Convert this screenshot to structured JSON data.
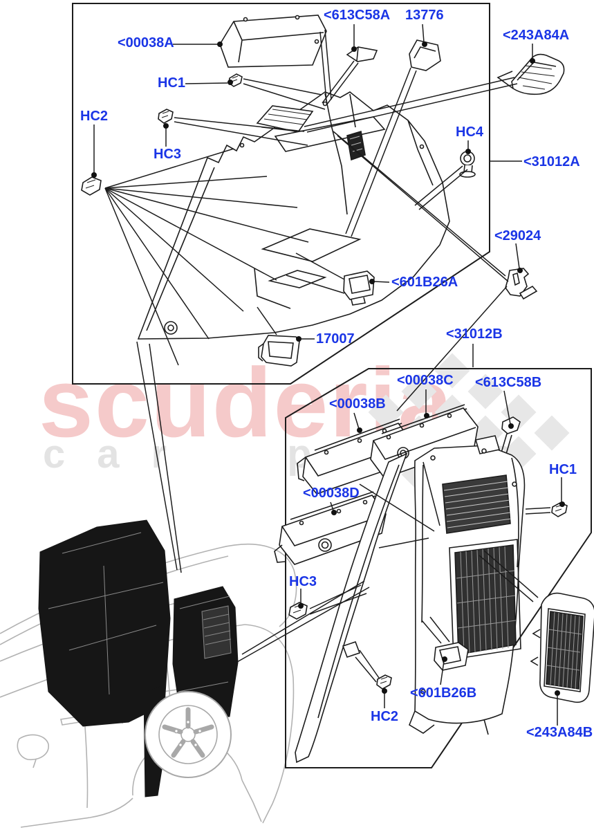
{
  "diagram": {
    "watermark": {
      "brand": "scuderia",
      "tagline": "car parts"
    },
    "colors": {
      "label_blue": "#1a35e6",
      "line_black": "#1c1c1c",
      "watermark_pink": "#f5caca",
      "watermark_gray": "#e3e3e3",
      "car_gray": "#b2b2b2",
      "trim_black": "#161616"
    },
    "assemblies": [
      {
        "id": "31012A",
        "label": "<31012A"
      },
      {
        "id": "31012B",
        "label": "<31012B"
      }
    ],
    "labels": {
      "p00038A": "<00038A",
      "hc1a": "HC1",
      "hc2a": "HC2",
      "hc3a": "HC3",
      "p613C58A": "<613C58A",
      "p13776": "13776",
      "p243A84A": "<243A84A",
      "hc4": "HC4",
      "p31012A": "<31012A",
      "p29024": "<29024",
      "p601B26A": "<601B26A",
      "p17007": "17007",
      "p31012B": "<31012B",
      "p00038B": "<00038B",
      "p00038C": "<00038C",
      "p613C58B": "<613C58B",
      "p00038D": "<00038D",
      "hc1b": "HC1",
      "hc3b": "HC3",
      "hc2b": "HC2",
      "p601B26B": "<601B26B",
      "p243A84B": "<243A84B"
    }
  }
}
